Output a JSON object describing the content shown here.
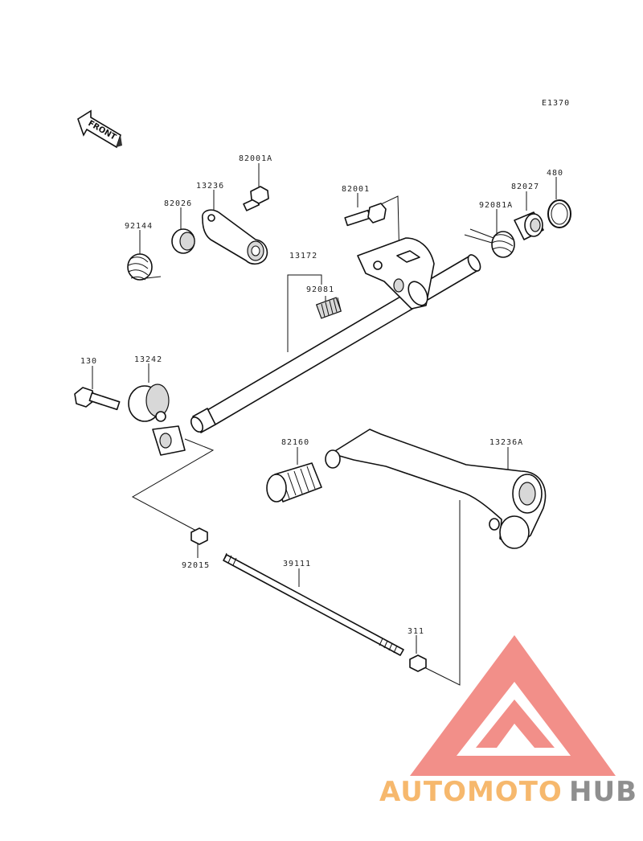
{
  "diagram": {
    "code": "E1370",
    "front_label": "FRONT",
    "parts": [
      {
        "id": "p-82001a",
        "label": "82001A"
      },
      {
        "id": "p-13236",
        "label": "13236"
      },
      {
        "id": "p-82026",
        "label": "82026"
      },
      {
        "id": "p-92144",
        "label": "92144"
      },
      {
        "id": "p-82001",
        "label": "82001"
      },
      {
        "id": "p-82027",
        "label": "82027"
      },
      {
        "id": "p-480",
        "label": "480"
      },
      {
        "id": "p-92081a",
        "label": "92081A"
      },
      {
        "id": "p-13172",
        "label": "13172"
      },
      {
        "id": "p-92081",
        "label": "92081"
      },
      {
        "id": "p-130",
        "label": "130"
      },
      {
        "id": "p-13242",
        "label": "13242"
      },
      {
        "id": "p-82160",
        "label": "82160"
      },
      {
        "id": "p-13236a",
        "label": "13236A"
      },
      {
        "id": "p-92015",
        "label": "92015"
      },
      {
        "id": "p-39111",
        "label": "39111"
      },
      {
        "id": "p-311",
        "label": "311"
      }
    ]
  },
  "watermark": {
    "part1": "AUTOMOTO",
    "part2": "HUB",
    "colors": {
      "triangle": "#f28a83",
      "part1": "#f6b566",
      "part2": "#8a8a8a"
    }
  }
}
